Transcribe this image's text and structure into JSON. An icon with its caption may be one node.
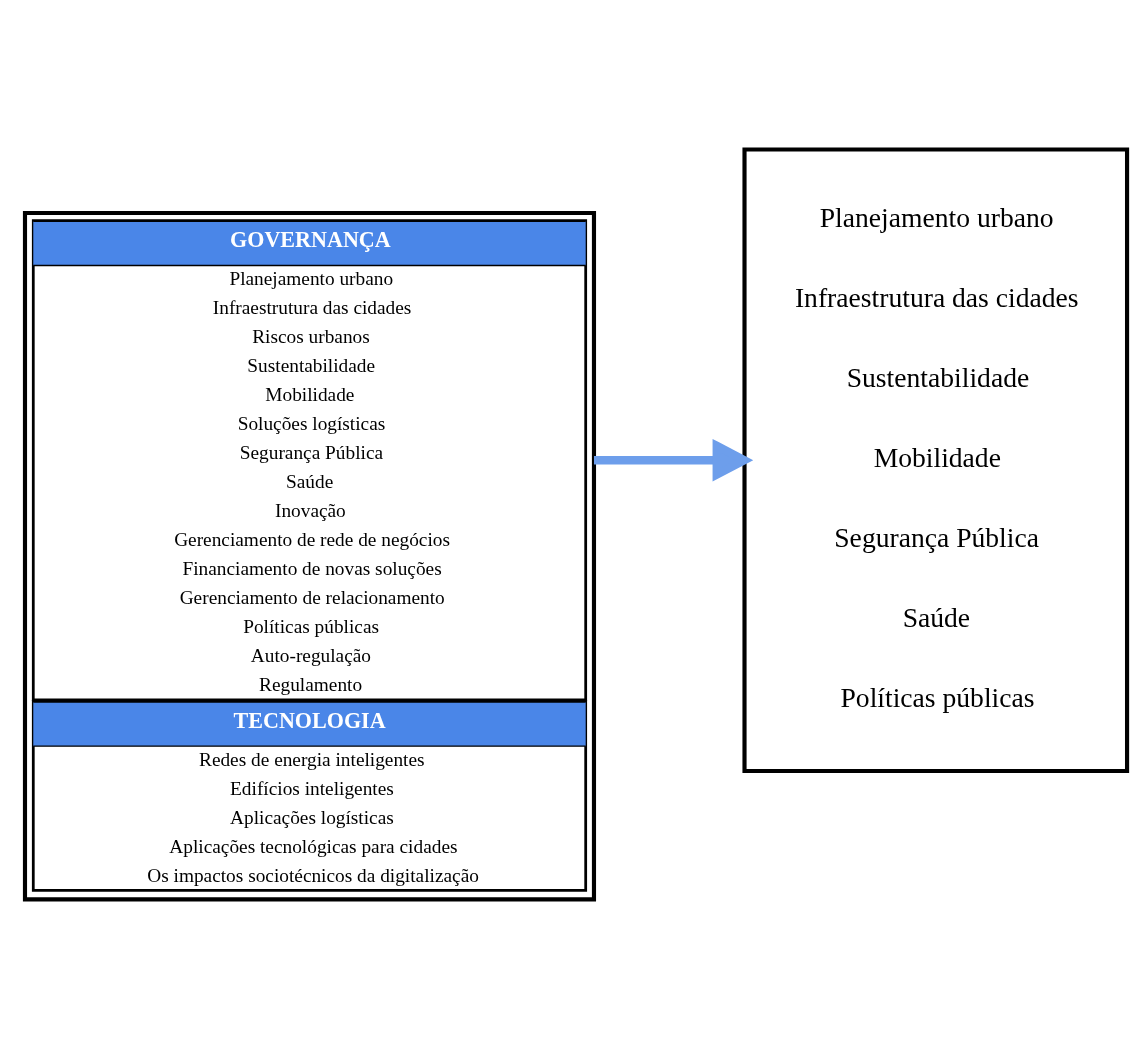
{
  "diagram": {
    "nodes": [
      {
        "text": [],
        "shape": "box"
      },
      {
        "text": [
          "GOVERNANÇA",
          "Planejamento urbano",
          "Infraestrutura das cidades",
          "Riscos urbanos",
          "Sustentabilidade",
          "Mobilidade",
          "Soluções logísticas",
          "Segurança Pública",
          "Saúde",
          "Inovação",
          "Gerenciamento de rede de negócios",
          "Financiamento de novas soluções",
          "Gerenciamento de relacionamento",
          "Políticas públicas",
          "Auto-regulação",
          "Regulamento"
        ],
        "in": 0
      },
      {
        "text": [
          "TECNOLOGIA",
          "Redes de energia inteligentes",
          "Edifícios inteligentes",
          "Aplicações logísticas",
          "Aplicações tecnológicas para cidades",
          "Os impactos sociotécnicos da digitalização"
        ],
        "in": 0
      },
      {
        "text": [
          "Planejamento urbano",
          "Infraestrutura das cidades",
          "Sustentabilidade",
          "Mobilidade",
          "Segurança Pública",
          "Saúde",
          "Políticas públicas"
        ]
      }
    ],
    "edges": [
      {
        "from": 0,
        "to": 3,
        "arrow": "to"
      }
    ]
  }
}
